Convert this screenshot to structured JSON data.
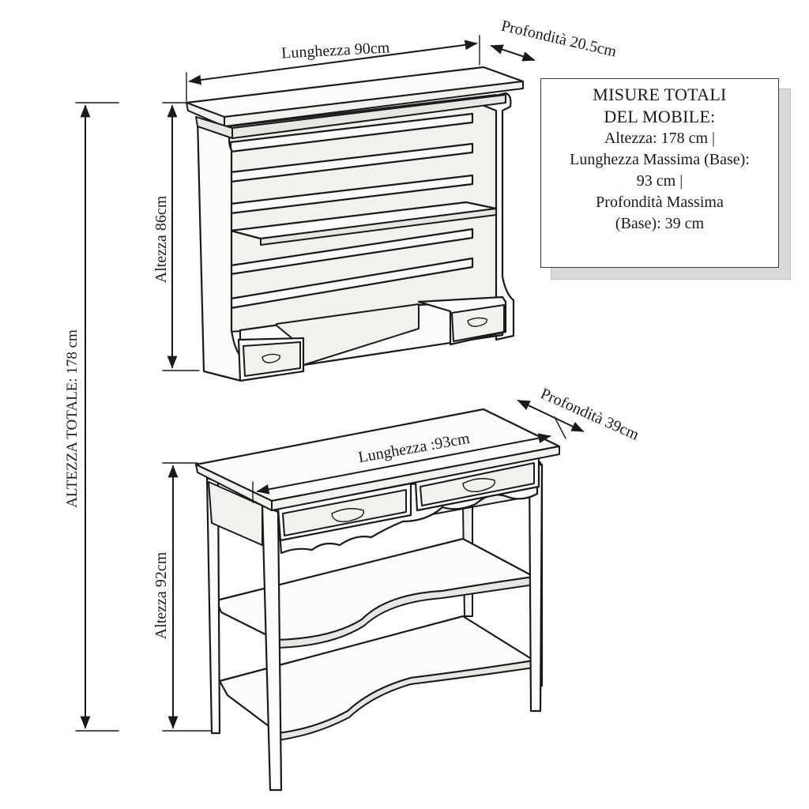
{
  "dimensions": {
    "top_unit": {
      "width_label": "Lunghezza 90cm",
      "depth_label": "Profondità 20.5cm",
      "height_label": "Altezza 86cm"
    },
    "base_unit": {
      "width_label": "Lunghezza :93cm",
      "depth_label": "Profondità 39cm",
      "height_label": "Altezza 92cm"
    },
    "total_height_label": "ALTEZZA TOTALE: 178 cm"
  },
  "info_box": {
    "title_line1": "MISURE TOTALI",
    "title_line2": "DEL MOBILE:",
    "line3": "Altezza: 178 cm |",
    "line4": "Lunghezza Massima (Base):",
    "line5": "93 cm |",
    "line6": "Profondità Massima",
    "line7": "(Base): 39 cm"
  }
}
